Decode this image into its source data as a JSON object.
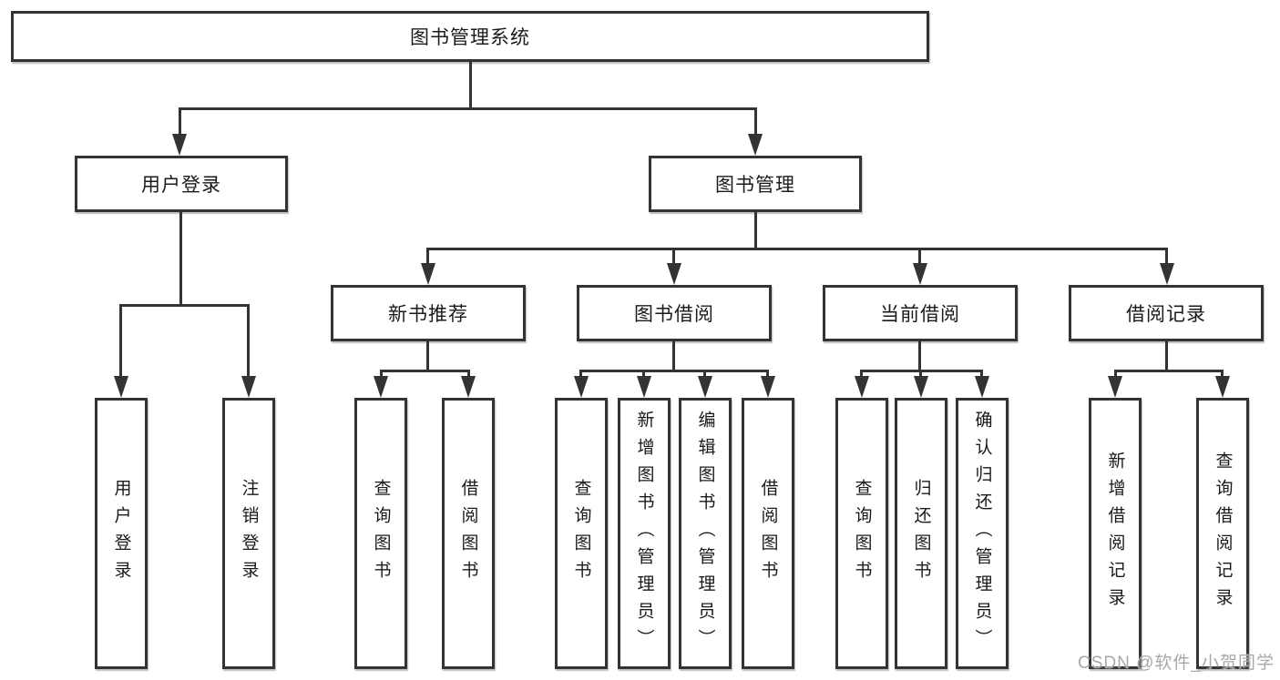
{
  "diagram": {
    "title": "图书管理系统",
    "root": {
      "label": "图书管理系统"
    },
    "level2": {
      "user_login": {
        "label": "用户登录"
      },
      "book_mgmt": {
        "label": "图书管理"
      }
    },
    "level3": {
      "new_book": {
        "label": "新书推荐"
      },
      "book_borrow": {
        "label": "图书借阅"
      },
      "current_borrow": {
        "label": "当前借阅"
      },
      "borrow_record": {
        "label": "借阅记录"
      }
    },
    "leaves": {
      "user_login": [
        "用户登录",
        "注销登录"
      ],
      "new_book": [
        "查询图书",
        "借阅图书"
      ],
      "book_borrow": [
        "查询图书",
        "新增图书（管理员）",
        "编辑图书（管理员）",
        "借阅图书"
      ],
      "current_borrow": [
        "查询图书",
        "归还图书",
        "确认归还（管理员）"
      ],
      "borrow_record": [
        "新增借阅记录",
        "查询借阅记录"
      ]
    }
  },
  "watermark": {
    "text": "CSDN @软件_小贺同学"
  },
  "colors": {
    "line": "#333333",
    "text": "#1a1a1a",
    "watermark": "#a8a8a8",
    "background": "#ffffff"
  }
}
